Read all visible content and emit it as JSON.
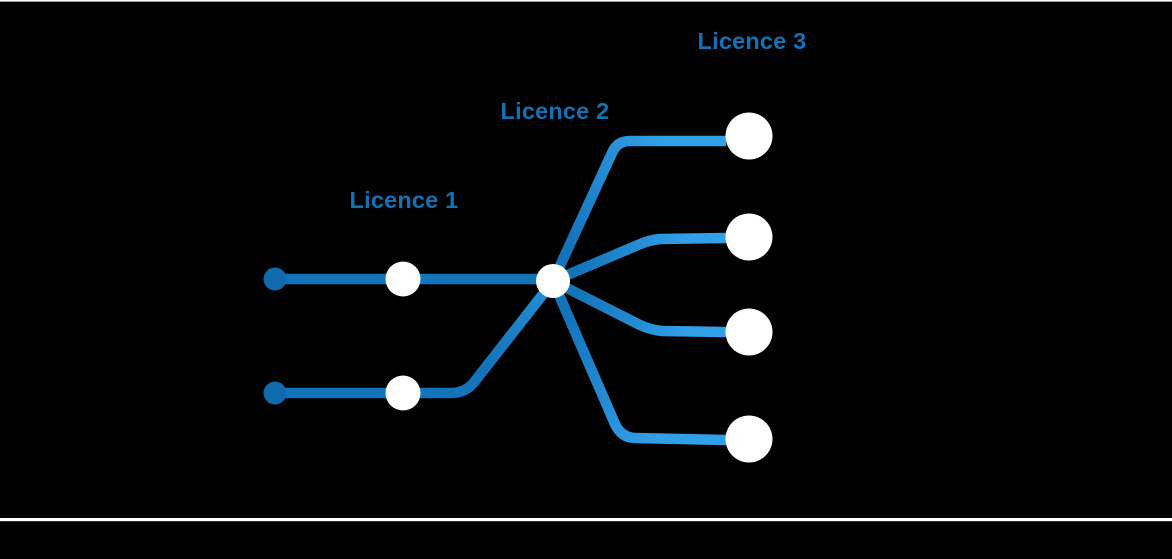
{
  "colors": {
    "background": "#000000",
    "label_blue": "#1371B5",
    "line_dark": "#1474BA",
    "line_light": "#32A0E8",
    "line_mid": "#2490D6",
    "source_dot_fill": "#0F6AAE",
    "node_fill": "#FFFFFF",
    "divider_white": "#FFFFFF"
  },
  "diagram": {
    "labels": [
      {
        "id": "licence-1",
        "text": "Licence 1"
      },
      {
        "id": "licence-2",
        "text": "Licence 2"
      },
      {
        "id": "licence-3",
        "text": "Licence 3"
      }
    ],
    "structure": {
      "source_dots": 2,
      "licence1_nodes": 2,
      "licence2_nodes": 1,
      "licence3_nodes": 4,
      "edges": [
        "source-1 -> licence1-node-1 -> licence2-hub",
        "source-2 -> licence1-node-2 -> licence2-hub",
        "licence2-hub -> licence3-node-1",
        "licence2-hub -> licence3-node-2",
        "licence2-hub -> licence3-node-3",
        "licence2-hub -> licence3-node-4"
      ]
    }
  }
}
